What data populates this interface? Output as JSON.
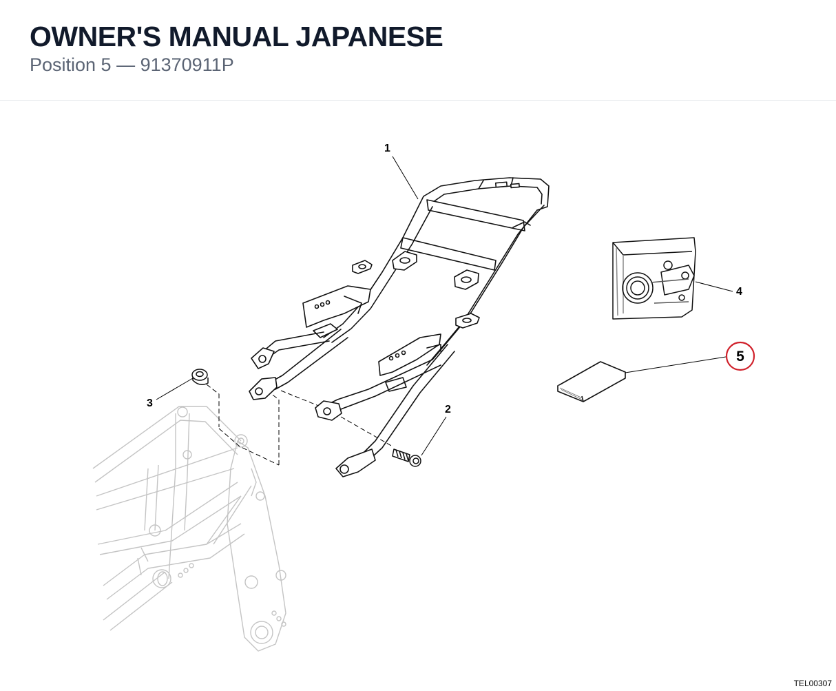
{
  "header": {
    "title": "OWNER'S MANUAL JAPANESE",
    "subtitle": "Position 5 — 91370911P"
  },
  "diagram": {
    "callouts": [
      {
        "number": "1",
        "part": "rear subframe"
      },
      {
        "number": "2",
        "part": "bolt"
      },
      {
        "number": "3",
        "part": "bushing"
      },
      {
        "number": "4",
        "part": "tail light assembly"
      },
      {
        "number": "5",
        "part": "owner's manual",
        "highlighted": true
      }
    ],
    "highlight_color": "#d0202a",
    "drawing_code": "TEL00307"
  }
}
